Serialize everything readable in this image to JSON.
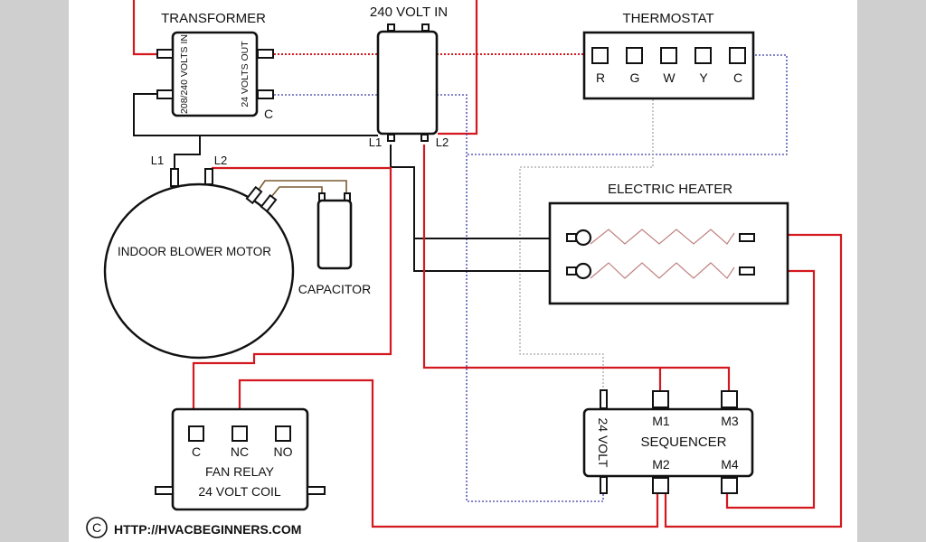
{
  "diagram": {
    "title": "HVAC Electric Heat Wiring Diagram",
    "components": {
      "transformer": {
        "label": "TRANSFORMER",
        "input_label": "208/240 VOLTS IN",
        "output_label": "24 VOLTS OUT",
        "common_label": "C"
      },
      "power_in": {
        "label": "240 VOLT IN",
        "l1": "L1",
        "l2": "L2"
      },
      "thermostat": {
        "label": "THERMOSTAT",
        "terminals": [
          "R",
          "G",
          "W",
          "Y",
          "C"
        ]
      },
      "blower_motor": {
        "label": "INDOOR BLOWER MOTOR",
        "l1": "L1",
        "l2": "L2"
      },
      "capacitor": {
        "label": "CAPACITOR"
      },
      "heater": {
        "label": "ELECTRIC HEATER"
      },
      "fan_relay": {
        "line1": "FAN RELAY",
        "line2": "24 VOLT COIL",
        "terminals": [
          "C",
          "NC",
          "NO"
        ]
      },
      "sequencer": {
        "label": "SEQUENCER",
        "coil_label": "24 VOLT",
        "terminals": [
          "M1",
          "M3",
          "M2",
          "M4"
        ]
      }
    },
    "wire_colors": {
      "line_voltage": "#d3181f",
      "low_voltage_r": "#d3181f",
      "common": "#3a3aa8",
      "heat_call": "#a8a8a8",
      "capacitor": "#7a5a30",
      "neutral_black": "#111111"
    },
    "footer": {
      "copyright_symbol": "©",
      "url": "HTTP://HVACBEGINNERS.COM"
    }
  }
}
